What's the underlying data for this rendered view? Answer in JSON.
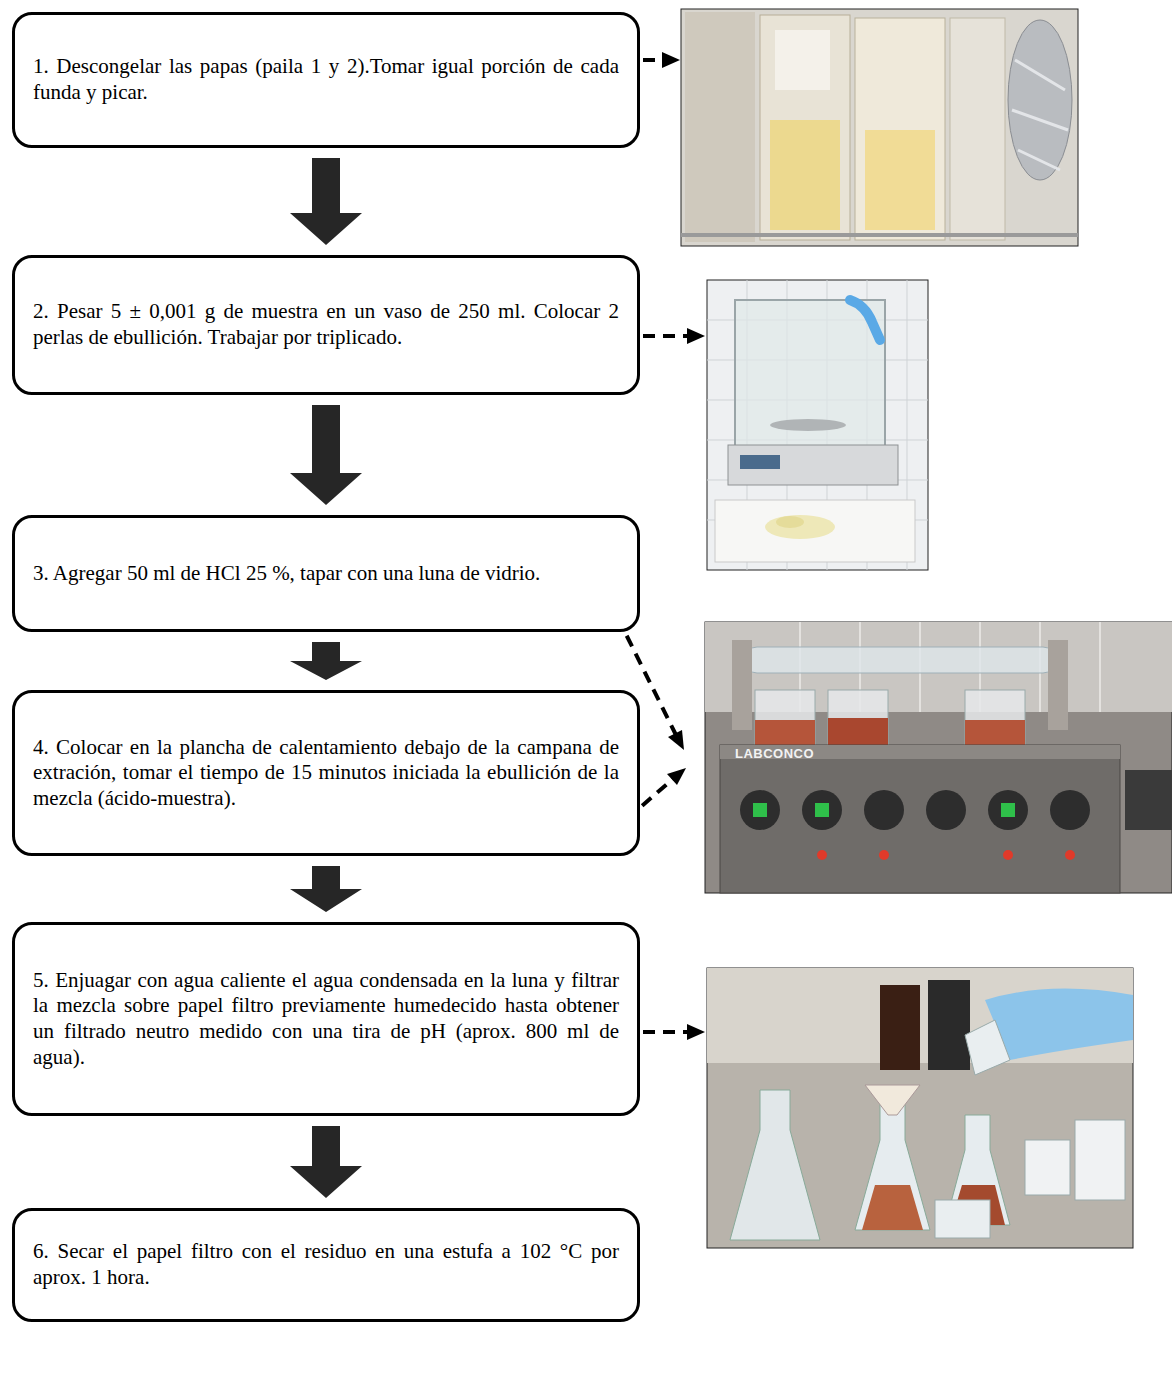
{
  "diagram": {
    "nodes": [
      {
        "text": [
          "1. Descongelar las papas (paila 1 y 2).Tomar igual porción de cada funda y picar."
        ]
      },
      {
        "text": [
          "2. Pesar 5 ± 0,001 g de muestra en un vaso de 250 ml. Colocar 2 perlas de ebullición. Trabajar por triplicado."
        ]
      },
      {
        "text": [
          "3. Agregar 50 ml de HCl 25 %, tapar con una luna de vidrio."
        ]
      },
      {
        "text": [
          "4. Colocar en la plancha de calentamiento debajo de la campana de extración, tomar el tiempo de 15 minutos iniciada la ebullición de la mezcla (ácido-muestra)."
        ]
      },
      {
        "text": [
          "5. Enjuagar con agua caliente el agua condensada en la luna y filtrar la mezcla sobre papel filtro previamente humedecido hasta obtener un filtrado neutro medido con una tira de pH (aprox. 800 ml de agua)."
        ]
      },
      {
        "text": [
          "6. Secar el papel filtro con el residuo en una estufa a 102 °C por aprox. 1 hora."
        ]
      }
    ],
    "edges": [
      {
        "from": 0,
        "to": 1,
        "arrow": "to"
      },
      {
        "from": 1,
        "to": 2,
        "arrow": "to"
      },
      {
        "from": 2,
        "to": 3,
        "arrow": "to"
      },
      {
        "from": 3,
        "to": 4,
        "arrow": "to"
      },
      {
        "from": 4,
        "to": 5,
        "arrow": "to"
      }
    ],
    "labels": [
      "LABCONCO"
    ]
  }
}
